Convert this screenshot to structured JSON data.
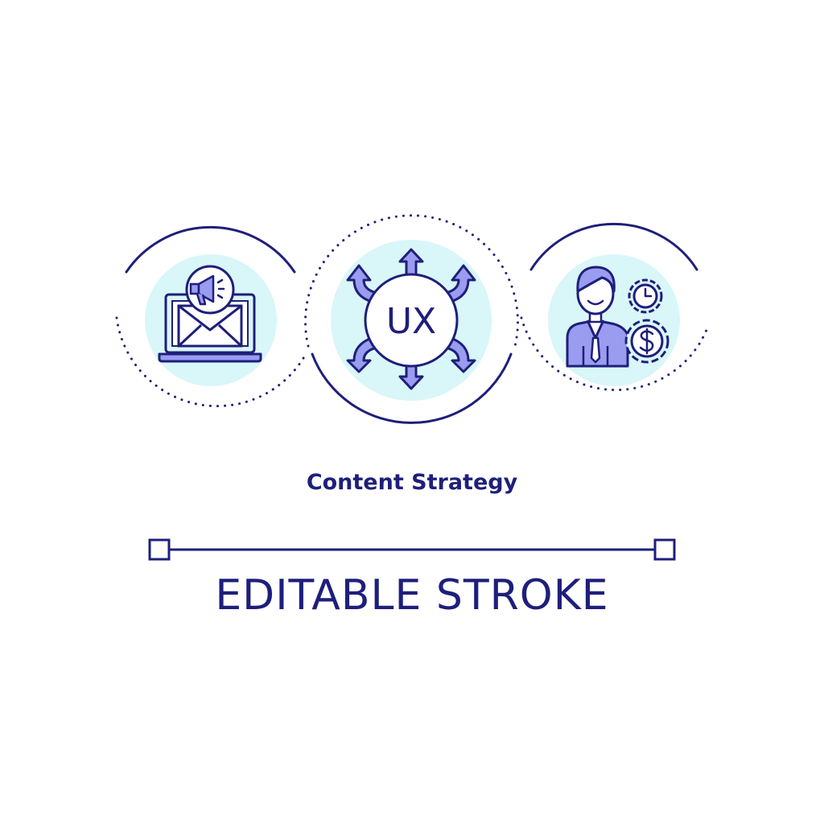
{
  "title": "Content Strategy",
  "footer_label": "EDITABLE STROKE",
  "center_icon_text": "UX",
  "icons": {
    "left": "email-marketing-laptop-icon",
    "center": "ux-arrows-icon",
    "right": "businessman-gears-icon",
    "megaphone": "megaphone-icon",
    "clock_gear": "clock-gear-icon",
    "dollar_gear": "dollar-gear-icon",
    "line_handle": "square-handle-icon"
  },
  "colors": {
    "stroke": "#1e1f7a",
    "cyan_fill": "#d9f6f8",
    "violet_fill": "#9a9cf0",
    "background": "#ffffff"
  }
}
